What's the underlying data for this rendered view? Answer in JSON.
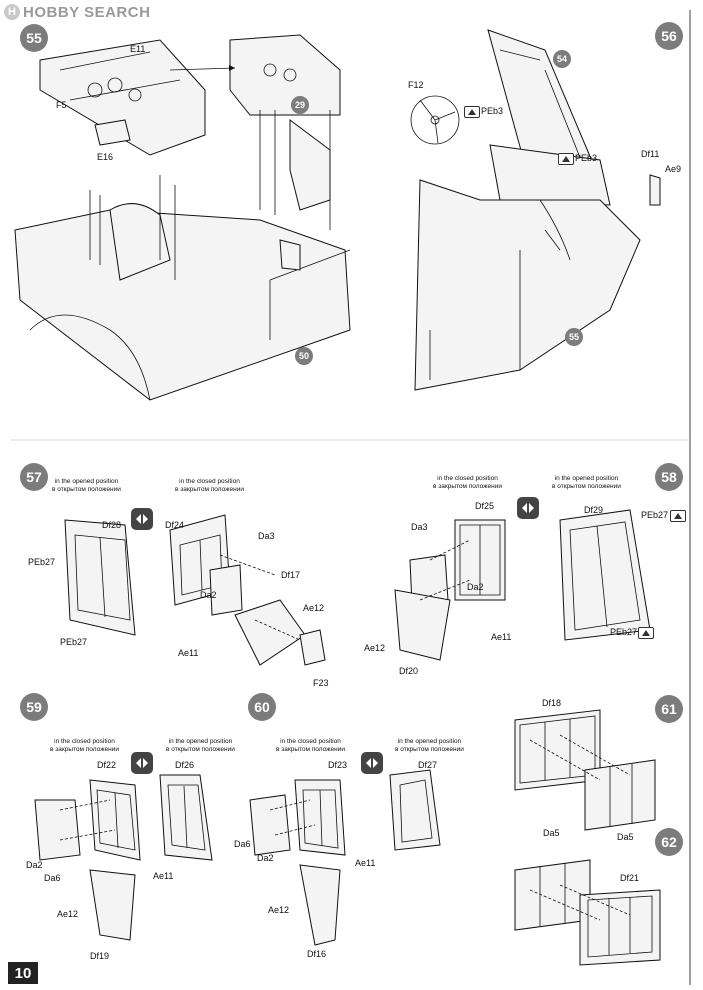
{
  "header": {
    "logo_text": "HOBBY SEARCH",
    "logo_mark": "H"
  },
  "page_number": "10",
  "steps": [
    "55",
    "56",
    "57",
    "58",
    "59",
    "60",
    "61",
    "62"
  ],
  "refs": {
    "r29": "29",
    "r50": "50",
    "r54": "54",
    "r55": "55"
  },
  "captions": {
    "closed_en": "in the closed position",
    "closed_ru": "в закрытом положении",
    "opened_en": "in the opened position",
    "opened_ru": "в открытом положении"
  },
  "parts": {
    "E11": "E11",
    "F5": "F5",
    "E16": "E16",
    "F12": "F12",
    "PEb3": "PEb3",
    "Df11": "Df11",
    "Ae9": "Ae9",
    "PEb27": "PEb27",
    "Df28": "Df28",
    "Df24": "Df24",
    "Da3": "Da3",
    "Da2": "Da2",
    "Df17": "Df17",
    "Ae12": "Ae12",
    "Ae11": "Ae11",
    "F23": "F23",
    "Df25": "Df25",
    "Df20": "Df20",
    "Df29": "Df29",
    "Df22": "Df22",
    "Df26": "Df26",
    "Da6": "Da6",
    "Df19": "Df19",
    "Df23": "Df23",
    "Df27": "Df27",
    "Df16": "Df16",
    "Df18": "Df18",
    "Da5": "Da5",
    "Df21": "Df21"
  }
}
